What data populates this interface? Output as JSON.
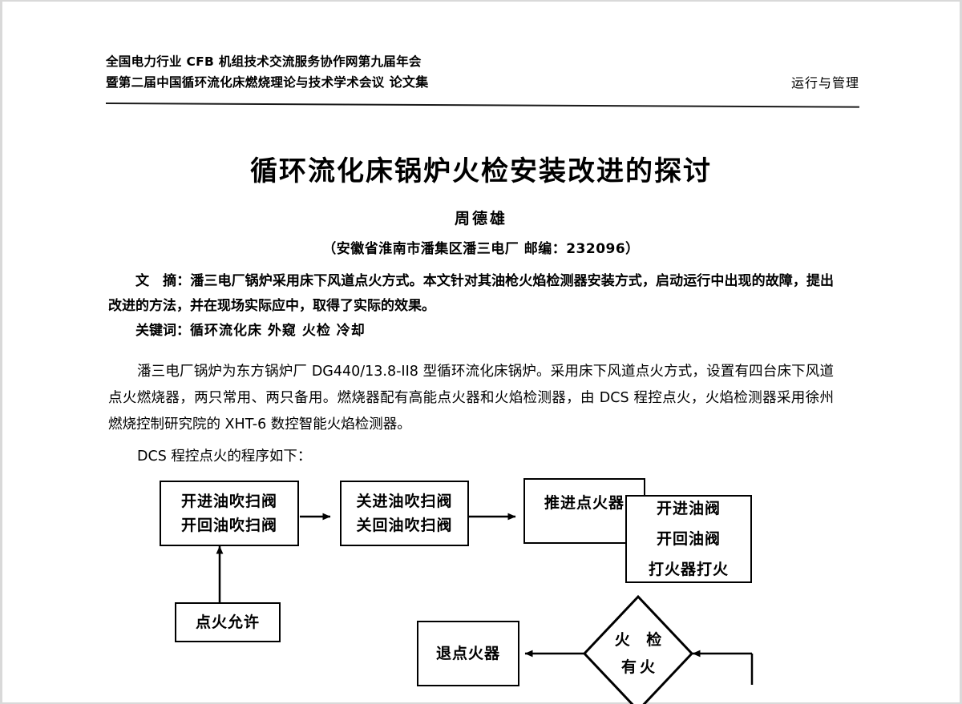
{
  "header": {
    "line1": "全国电力行业 CFB 机组技术交流服务协作网第九届年会",
    "line2": "暨第二届中国循环流化床燃烧理论与技术学术会议",
    "collection": "论文集",
    "section": "运行与管理"
  },
  "article": {
    "title": "循环流化床锅炉火检安装改进的探讨",
    "author": "周德雄",
    "affiliation": "（安徽省淮南市潘集区潘三电厂  邮编：232096）"
  },
  "abstract": {
    "label_char1": "文",
    "label_char2": "摘：",
    "text": "潘三电厂锅炉采用床下风道点火方式。本文针对其油枪火焰检测器安装方式，启动运行中出现的故障，提出改进的方法，并在现场实际应中，取得了实际的效果。"
  },
  "keywords": {
    "label": "关键词：",
    "terms": "循环流化床 外窥 火检 冷却"
  },
  "body": {
    "paragraph1": "潘三电厂锅炉为东方锅炉厂 DG440/13.8-II8 型循环流化床锅炉。采用床下风道点火方式，设置有四台床下风道点火燃烧器，两只常用、两只备用。燃烧器配有高能点火器和火焰检测器，由 DCS 程控点火，火焰检测器采用徐州燃烧控制研究院的 XHT-6 数控智能火焰检测器。",
    "paragraph2": "DCS 程控点火的程序如下："
  },
  "flowchart": {
    "node_purge_open": {
      "line1": "开进油吹扫阀",
      "line2": "开回油吹扫阀"
    },
    "node_purge_close": {
      "line1": "关进油吹扫阀",
      "line2": "关回油吹扫阀"
    },
    "node_advance_igniter": {
      "line1": "推进点火器"
    },
    "node_oil_valves": {
      "line1": "开进油阀",
      "line2": "开回油阀",
      "line3": "打火器打火"
    },
    "node_ignition_permit": {
      "line1": "点火允许"
    },
    "node_retract_igniter": {
      "line1": "退点火器"
    },
    "decision_flame_detected": {
      "line1": "火 检",
      "line2": "有火"
    }
  }
}
